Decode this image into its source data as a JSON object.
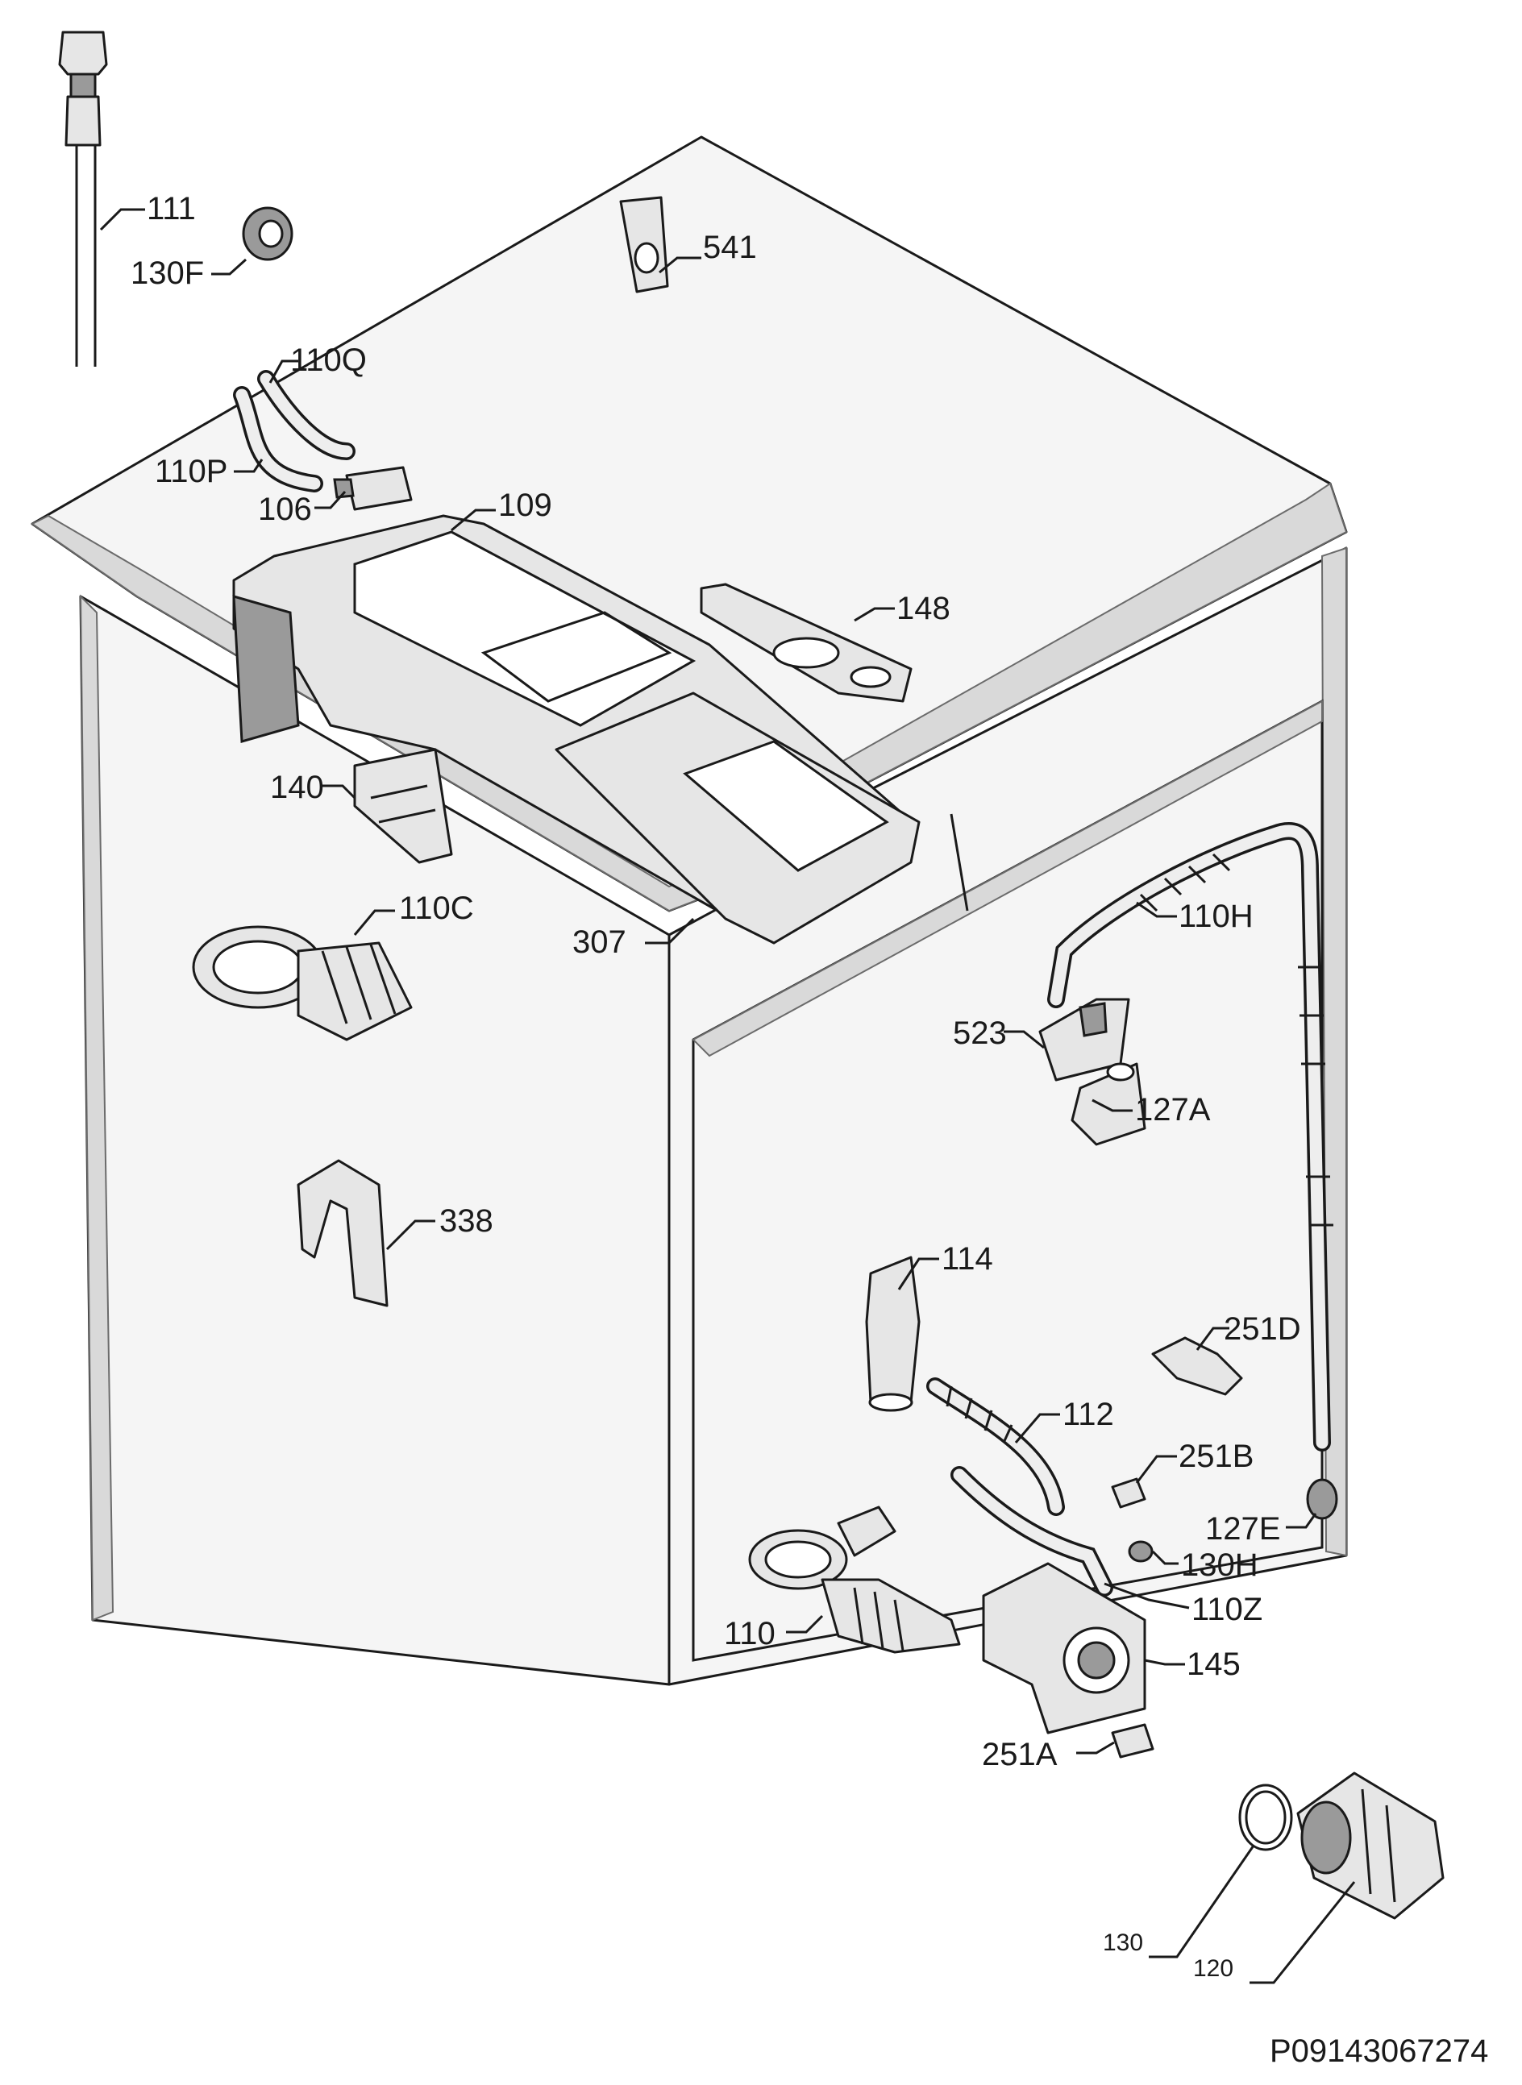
{
  "callouts": [
    {
      "id": "111",
      "text": "111"
    },
    {
      "id": "130F",
      "text": "130F"
    },
    {
      "id": "541",
      "text": "541"
    },
    {
      "id": "110Q",
      "text": "110Q"
    },
    {
      "id": "110P",
      "text": "110P"
    },
    {
      "id": "106",
      "text": "106"
    },
    {
      "id": "109",
      "text": "109"
    },
    {
      "id": "148",
      "text": "148"
    },
    {
      "id": "140",
      "text": "140"
    },
    {
      "id": "110C",
      "text": "110C"
    },
    {
      "id": "307",
      "text": "307"
    },
    {
      "id": "110H",
      "text": "110H"
    },
    {
      "id": "523",
      "text": "523"
    },
    {
      "id": "127A",
      "text": "127A"
    },
    {
      "id": "338",
      "text": "338"
    },
    {
      "id": "114",
      "text": "114"
    },
    {
      "id": "251D",
      "text": "251D"
    },
    {
      "id": "112",
      "text": "112"
    },
    {
      "id": "251B",
      "text": "251B"
    },
    {
      "id": "127E",
      "text": "127E"
    },
    {
      "id": "130H",
      "text": "130H"
    },
    {
      "id": "110Z",
      "text": "110Z"
    },
    {
      "id": "110",
      "text": "110"
    },
    {
      "id": "145",
      "text": "145"
    },
    {
      "id": "251A",
      "text": "251A"
    },
    {
      "id": "130",
      "text": "130"
    },
    {
      "id": "120",
      "text": "120"
    }
  ],
  "reference": "P09143067274"
}
